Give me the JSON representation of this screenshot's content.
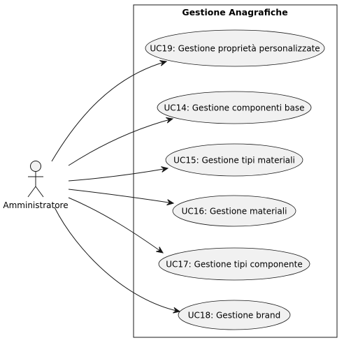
{
  "boundary": {
    "title": "Gestione Anagrafiche"
  },
  "actor": {
    "name": "Amministratore",
    "icon": "stick-figure-actor-icon"
  },
  "use_cases": [
    {
      "id": "UC19",
      "label": "UC19: Gestione proprietà personalizzate"
    },
    {
      "id": "UC14",
      "label": "UC14: Gestione componenti base"
    },
    {
      "id": "UC15",
      "label": "UC15: Gestione tipi materiali"
    },
    {
      "id": "UC16",
      "label": "UC16: Gestione materiali"
    },
    {
      "id": "UC17",
      "label": "UC17: Gestione tipi componente"
    },
    {
      "id": "UC18",
      "label": "UC18: Gestione brand"
    }
  ],
  "associations": [
    {
      "from": "Amministratore",
      "to": "UC19"
    },
    {
      "from": "Amministratore",
      "to": "UC14"
    },
    {
      "from": "Amministratore",
      "to": "UC15"
    },
    {
      "from": "Amministratore",
      "to": "UC16"
    },
    {
      "from": "Amministratore",
      "to": "UC17"
    },
    {
      "from": "Amministratore",
      "to": "UC18"
    }
  ],
  "colors": {
    "usecase_fill": "#f1f1f1",
    "stroke": "#181818",
    "background": "#ffffff"
  }
}
